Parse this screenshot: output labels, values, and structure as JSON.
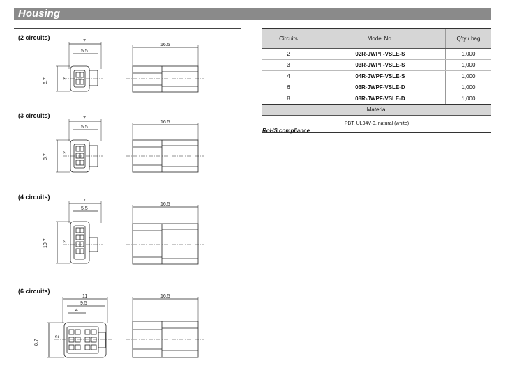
{
  "header": {
    "title": "Housing"
  },
  "drawings": [
    {
      "label": "(2 circuits)",
      "width": "7",
      "inner": "5.5",
      "pitch": "2",
      "height": "6.7",
      "length": "16.5"
    },
    {
      "label": "(3 circuits)",
      "width": "7",
      "inner": "5.5",
      "pitch": "2",
      "height": "8.7",
      "length": "16.5"
    },
    {
      "label": "(4 circuits)",
      "width": "7",
      "inner": "5.5",
      "pitch": "2",
      "height": "10.7",
      "length": "16.5"
    },
    {
      "label": "(6 circuits)",
      "width": "11",
      "inner": "9.5",
      "inner2": "4",
      "pitch": "2",
      "height": "8.7",
      "length": "16.5"
    }
  ],
  "table": {
    "headers": [
      "Circuits",
      "Model No.",
      "Q'ty / bag"
    ],
    "rows": [
      {
        "circuits": "2",
        "model": "02R-JWPF-VSLE-S",
        "qty": "1,000"
      },
      {
        "circuits": "3",
        "model": "03R-JWPF-VSLE-S",
        "qty": "1,000"
      },
      {
        "circuits": "4",
        "model": "04R-JWPF-VSLE-S",
        "qty": "1,000"
      },
      {
        "circuits": "6",
        "model": "06R-JWPF-VSLE-D",
        "qty": "1,000"
      },
      {
        "circuits": "8",
        "model": "08R-JWPF-VSLE-D",
        "qty": "1,000"
      }
    ]
  },
  "material": {
    "heading": "Material",
    "value": "PBT, UL94V-0, natural (white)"
  },
  "rohs": "RoHS compliance"
}
